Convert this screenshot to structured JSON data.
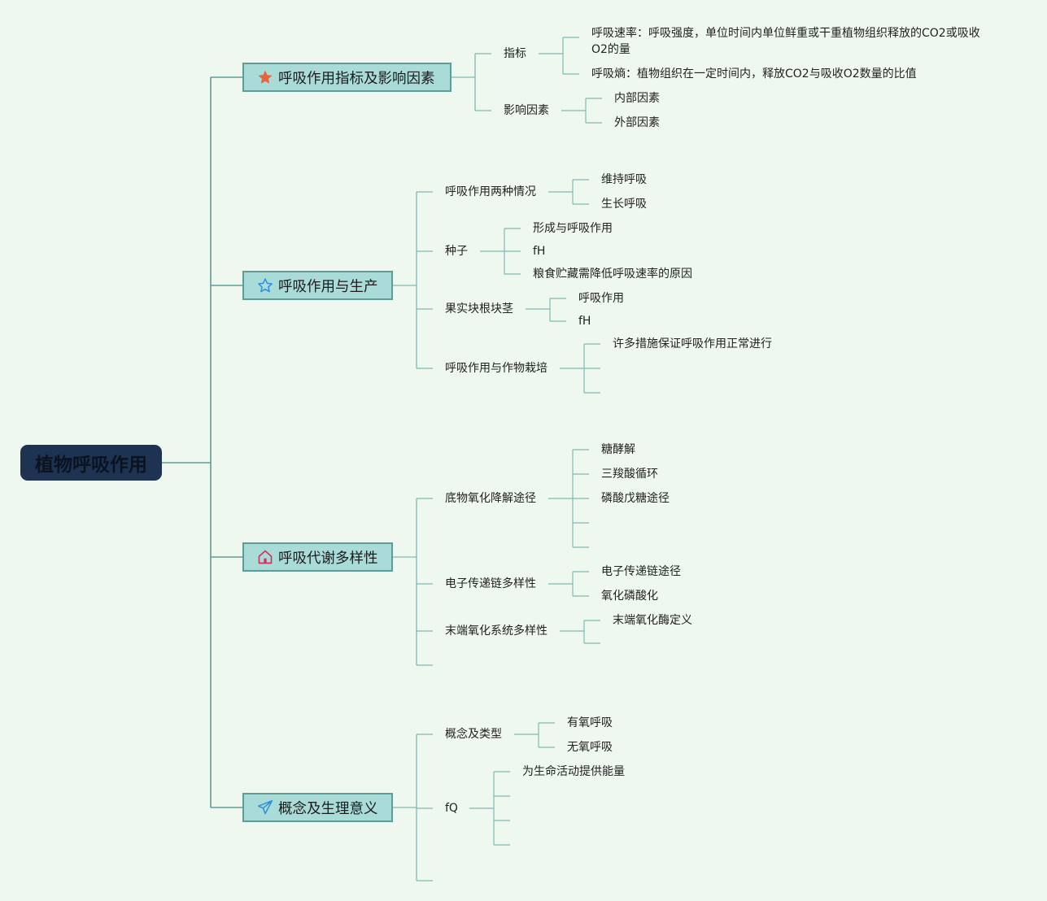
{
  "root": {
    "label": "植物呼吸作用"
  },
  "branches": [
    {
      "label": "呼吸作用指标及影响因素",
      "icon": "star-icon",
      "icon_color": "#e8643c",
      "children": [
        {
          "label": "指标",
          "children": [
            {
              "label": "呼吸速率：呼吸强度，单位时间内单位鲜重或干重植物组织释放的CO2或吸收O2的量"
            },
            {
              "label": "呼吸熵：植物组织在一定时间内，释放CO2与吸收O2数量的比值"
            }
          ]
        },
        {
          "label": "影响因素",
          "children": [
            {
              "label": "内部因素"
            },
            {
              "label": "外部因素"
            }
          ]
        }
      ]
    },
    {
      "label": "呼吸作用与生产",
      "icon": "star-outline-icon",
      "icon_color": "#2f8fd8",
      "children": [
        {
          "label": "呼吸作用两种情况",
          "children": [
            {
              "label": "维持呼吸"
            },
            {
              "label": "生长呼吸"
            }
          ]
        },
        {
          "label": "种子",
          "children": [
            {
              "label": "形成与呼吸作用"
            },
            {
              "label": "fH"
            },
            {
              "label": "粮食贮藏需降低呼吸速率的原因"
            }
          ]
        },
        {
          "label": "果实块根块茎",
          "children": [
            {
              "label": "呼吸作用"
            },
            {
              "label": "fH"
            }
          ]
        },
        {
          "label": "呼吸作用与作物栽培",
          "children": [
            {
              "label": "许多措施保证呼吸作用正常进行"
            },
            {
              "label": ""
            },
            {
              "label": ""
            }
          ]
        }
      ]
    },
    {
      "label": "呼吸代谢多样性",
      "icon": "house-icon",
      "icon_color": "#d0345a",
      "children": [
        {
          "label": "底物氧化降解途径",
          "children": [
            {
              "label": "糖酵解"
            },
            {
              "label": "三羧酸循环"
            },
            {
              "label": "磷酸戊糖途径"
            },
            {
              "label": ""
            },
            {
              "label": ""
            }
          ]
        },
        {
          "label": "电子传递链多样性",
          "children": [
            {
              "label": "电子传递链途径"
            },
            {
              "label": "氧化磷酸化"
            }
          ]
        },
        {
          "label": "末端氧化系统多样性",
          "children": [
            {
              "label": "末端氧化酶定义"
            },
            {
              "label": ""
            }
          ]
        },
        {
          "label": "",
          "children": []
        }
      ]
    },
    {
      "label": "概念及生理意义",
      "icon": "paper-plane-icon",
      "icon_color": "#2f8fd8",
      "children": [
        {
          "label": "概念及类型",
          "children": [
            {
              "label": "有氧呼吸"
            },
            {
              "label": "无氧呼吸"
            }
          ]
        },
        {
          "label": "fQ",
          "children": [
            {
              "label": "为生命活动提供能量"
            },
            {
              "label": ""
            },
            {
              "label": ""
            },
            {
              "label": ""
            }
          ]
        },
        {
          "label": "",
          "children": []
        }
      ]
    }
  ],
  "colors": {
    "background": "#eff8ee",
    "line": "#5e9c96",
    "root_fill": "#1e3352",
    "branch_fill": "#a9dcd9"
  }
}
